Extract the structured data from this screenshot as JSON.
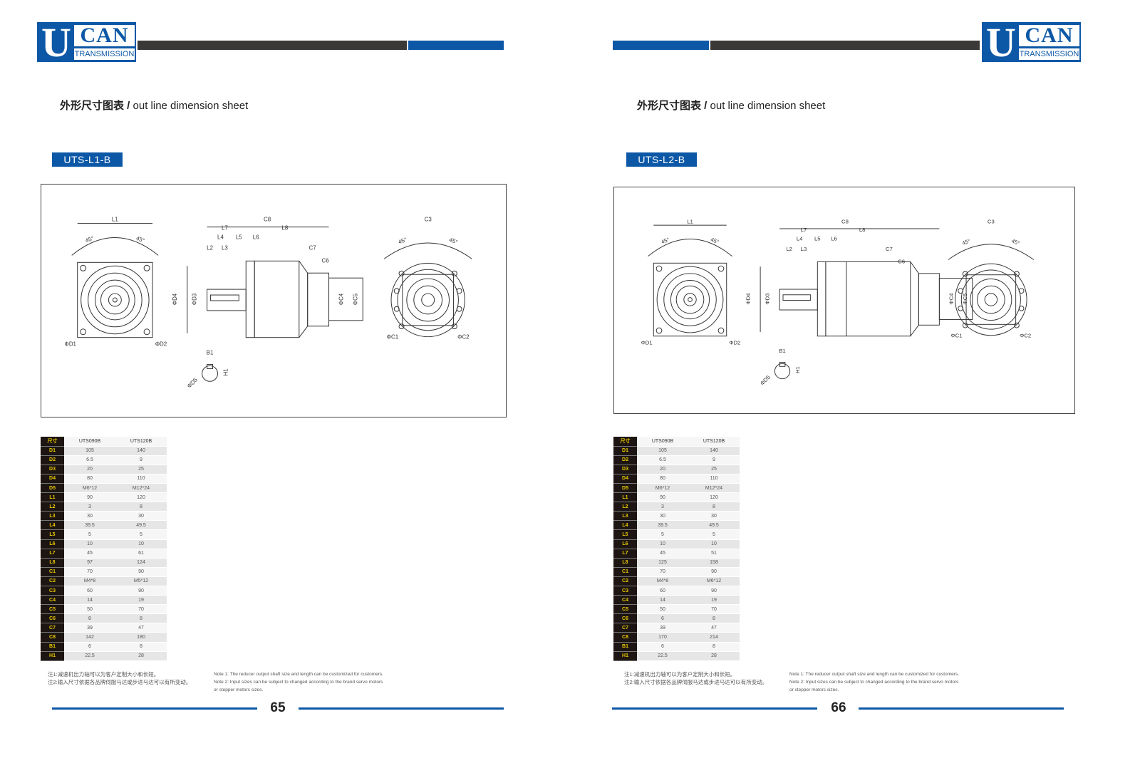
{
  "logo": {
    "letter": "U",
    "can": "CAN",
    "sub": "TRANSMISSION"
  },
  "colors": {
    "brand": "#0d58a6",
    "dark": "#3b3838",
    "tableKey": "#1d1512",
    "tableKeyText": "#e8c800"
  },
  "pages": [
    {
      "heading_cn": "外形尺寸图表 /",
      "heading_en": " out line dimension sheet",
      "model": "UTS-L1-B",
      "page_number": "65",
      "columns": [
        "尺寸",
        "UTS090B",
        "UTS120B"
      ],
      "rows": [
        [
          "D1",
          "105",
          "140"
        ],
        [
          "D2",
          "6.5",
          "9"
        ],
        [
          "D3",
          "20",
          "25"
        ],
        [
          "D4",
          "80",
          "110"
        ],
        [
          "D5",
          "M6*12",
          "M12*24"
        ],
        [
          "L1",
          "90",
          "120"
        ],
        [
          "L2",
          "3",
          "8"
        ],
        [
          "L3",
          "30",
          "30"
        ],
        [
          "L4",
          "39.5",
          "49.5"
        ],
        [
          "L5",
          "5",
          "5"
        ],
        [
          "L6",
          "10",
          "10"
        ],
        [
          "L7",
          "45",
          "61"
        ],
        [
          "L8",
          "97",
          "124"
        ],
        [
          "C1",
          "70",
          "90"
        ],
        [
          "C2",
          "M4*8",
          "M5*12"
        ],
        [
          "C3",
          "60",
          "90"
        ],
        [
          "C4",
          "14",
          "19"
        ],
        [
          "C5",
          "50",
          "70"
        ],
        [
          "C6",
          "8",
          "8"
        ],
        [
          "C7",
          "39",
          "47"
        ],
        [
          "C8",
          "142",
          "180"
        ],
        [
          "B1",
          "6",
          "8"
        ],
        [
          "H1",
          "22.5",
          "28"
        ]
      ],
      "notes_cn": [
        "注1:减速机出力轴可以为客户定制大小和长短。",
        "注2:输入尺寸依据各品牌伺服马达或步进马达可以有所变动。"
      ],
      "notes_en": [
        "Note 1: The reducer output shaft size and length can be customized for customers.",
        "Note 2: Input sizes can be subject to changed according to the brand servo motors",
        "or stepper motors sizes."
      ],
      "dim_labels": [
        "L1",
        "45°",
        "45°",
        "ΦD1",
        "ΦD2",
        "C8",
        "L7",
        "L8",
        "L4",
        "L5",
        "L6",
        "L2",
        "L3",
        "C7",
        "C6",
        "ΦD3",
        "ΦD4",
        "ΦC4",
        "ΦC5",
        "C3",
        "45°",
        "45°",
        "ΦC1",
        "ΦC2",
        "B1",
        "H1",
        "ΦD5"
      ]
    },
    {
      "heading_cn": "外形尺寸图表 /",
      "heading_en": " out line dimension sheet",
      "model": "UTS-L2-B",
      "page_number": "66",
      "columns": [
        "尺寸",
        "UTS090B",
        "UTS120B"
      ],
      "rows": [
        [
          "D1",
          "105",
          "140"
        ],
        [
          "D2",
          "6.5",
          "9"
        ],
        [
          "D3",
          "20",
          "25"
        ],
        [
          "D4",
          "80",
          "110"
        ],
        [
          "D5",
          "M6*12",
          "M12*24"
        ],
        [
          "L1",
          "90",
          "120"
        ],
        [
          "L2",
          "3",
          "8"
        ],
        [
          "L3",
          "30",
          "30"
        ],
        [
          "L4",
          "39.5",
          "49.5"
        ],
        [
          "L5",
          "5",
          "5"
        ],
        [
          "L6",
          "10",
          "10"
        ],
        [
          "L7",
          "45",
          "51"
        ],
        [
          "L8",
          "125",
          "158"
        ],
        [
          "C1",
          "70",
          "90"
        ],
        [
          "C2",
          "M4*8",
          "M6*12"
        ],
        [
          "C3",
          "60",
          "90"
        ],
        [
          "C4",
          "14",
          "19"
        ],
        [
          "C5",
          "50",
          "70"
        ],
        [
          "C6",
          "6",
          "8"
        ],
        [
          "C7",
          "39",
          "47"
        ],
        [
          "C8",
          "170",
          "214"
        ],
        [
          "B1",
          "6",
          "8"
        ],
        [
          "H1",
          "22.5",
          "28"
        ]
      ],
      "notes_cn": [
        "注1:减速机出力轴可以为客户定制大小和长短。",
        "注2:输入尺寸依据各品牌伺服马达或步进马达可以有所变动。"
      ],
      "notes_en": [
        "Note 1: The reducer output shaft size and length can be customized for customers.",
        "Note 2: Input sizes can be subject to changed according to the brand servo motors",
        "or stepper motors sizes."
      ],
      "dim_labels": [
        "L1",
        "45°",
        "45°",
        "ΦD1",
        "ΦD2",
        "C8",
        "L7",
        "L8",
        "L4",
        "L5",
        "L6",
        "L2",
        "L3",
        "C7",
        "C6",
        "ΦD3",
        "ΦD4",
        "ΦC4",
        "ΦC5",
        "C3",
        "45°",
        "45°",
        "ΦC1",
        "ΦC2",
        "B1",
        "H1",
        "ΦD5"
      ]
    }
  ]
}
